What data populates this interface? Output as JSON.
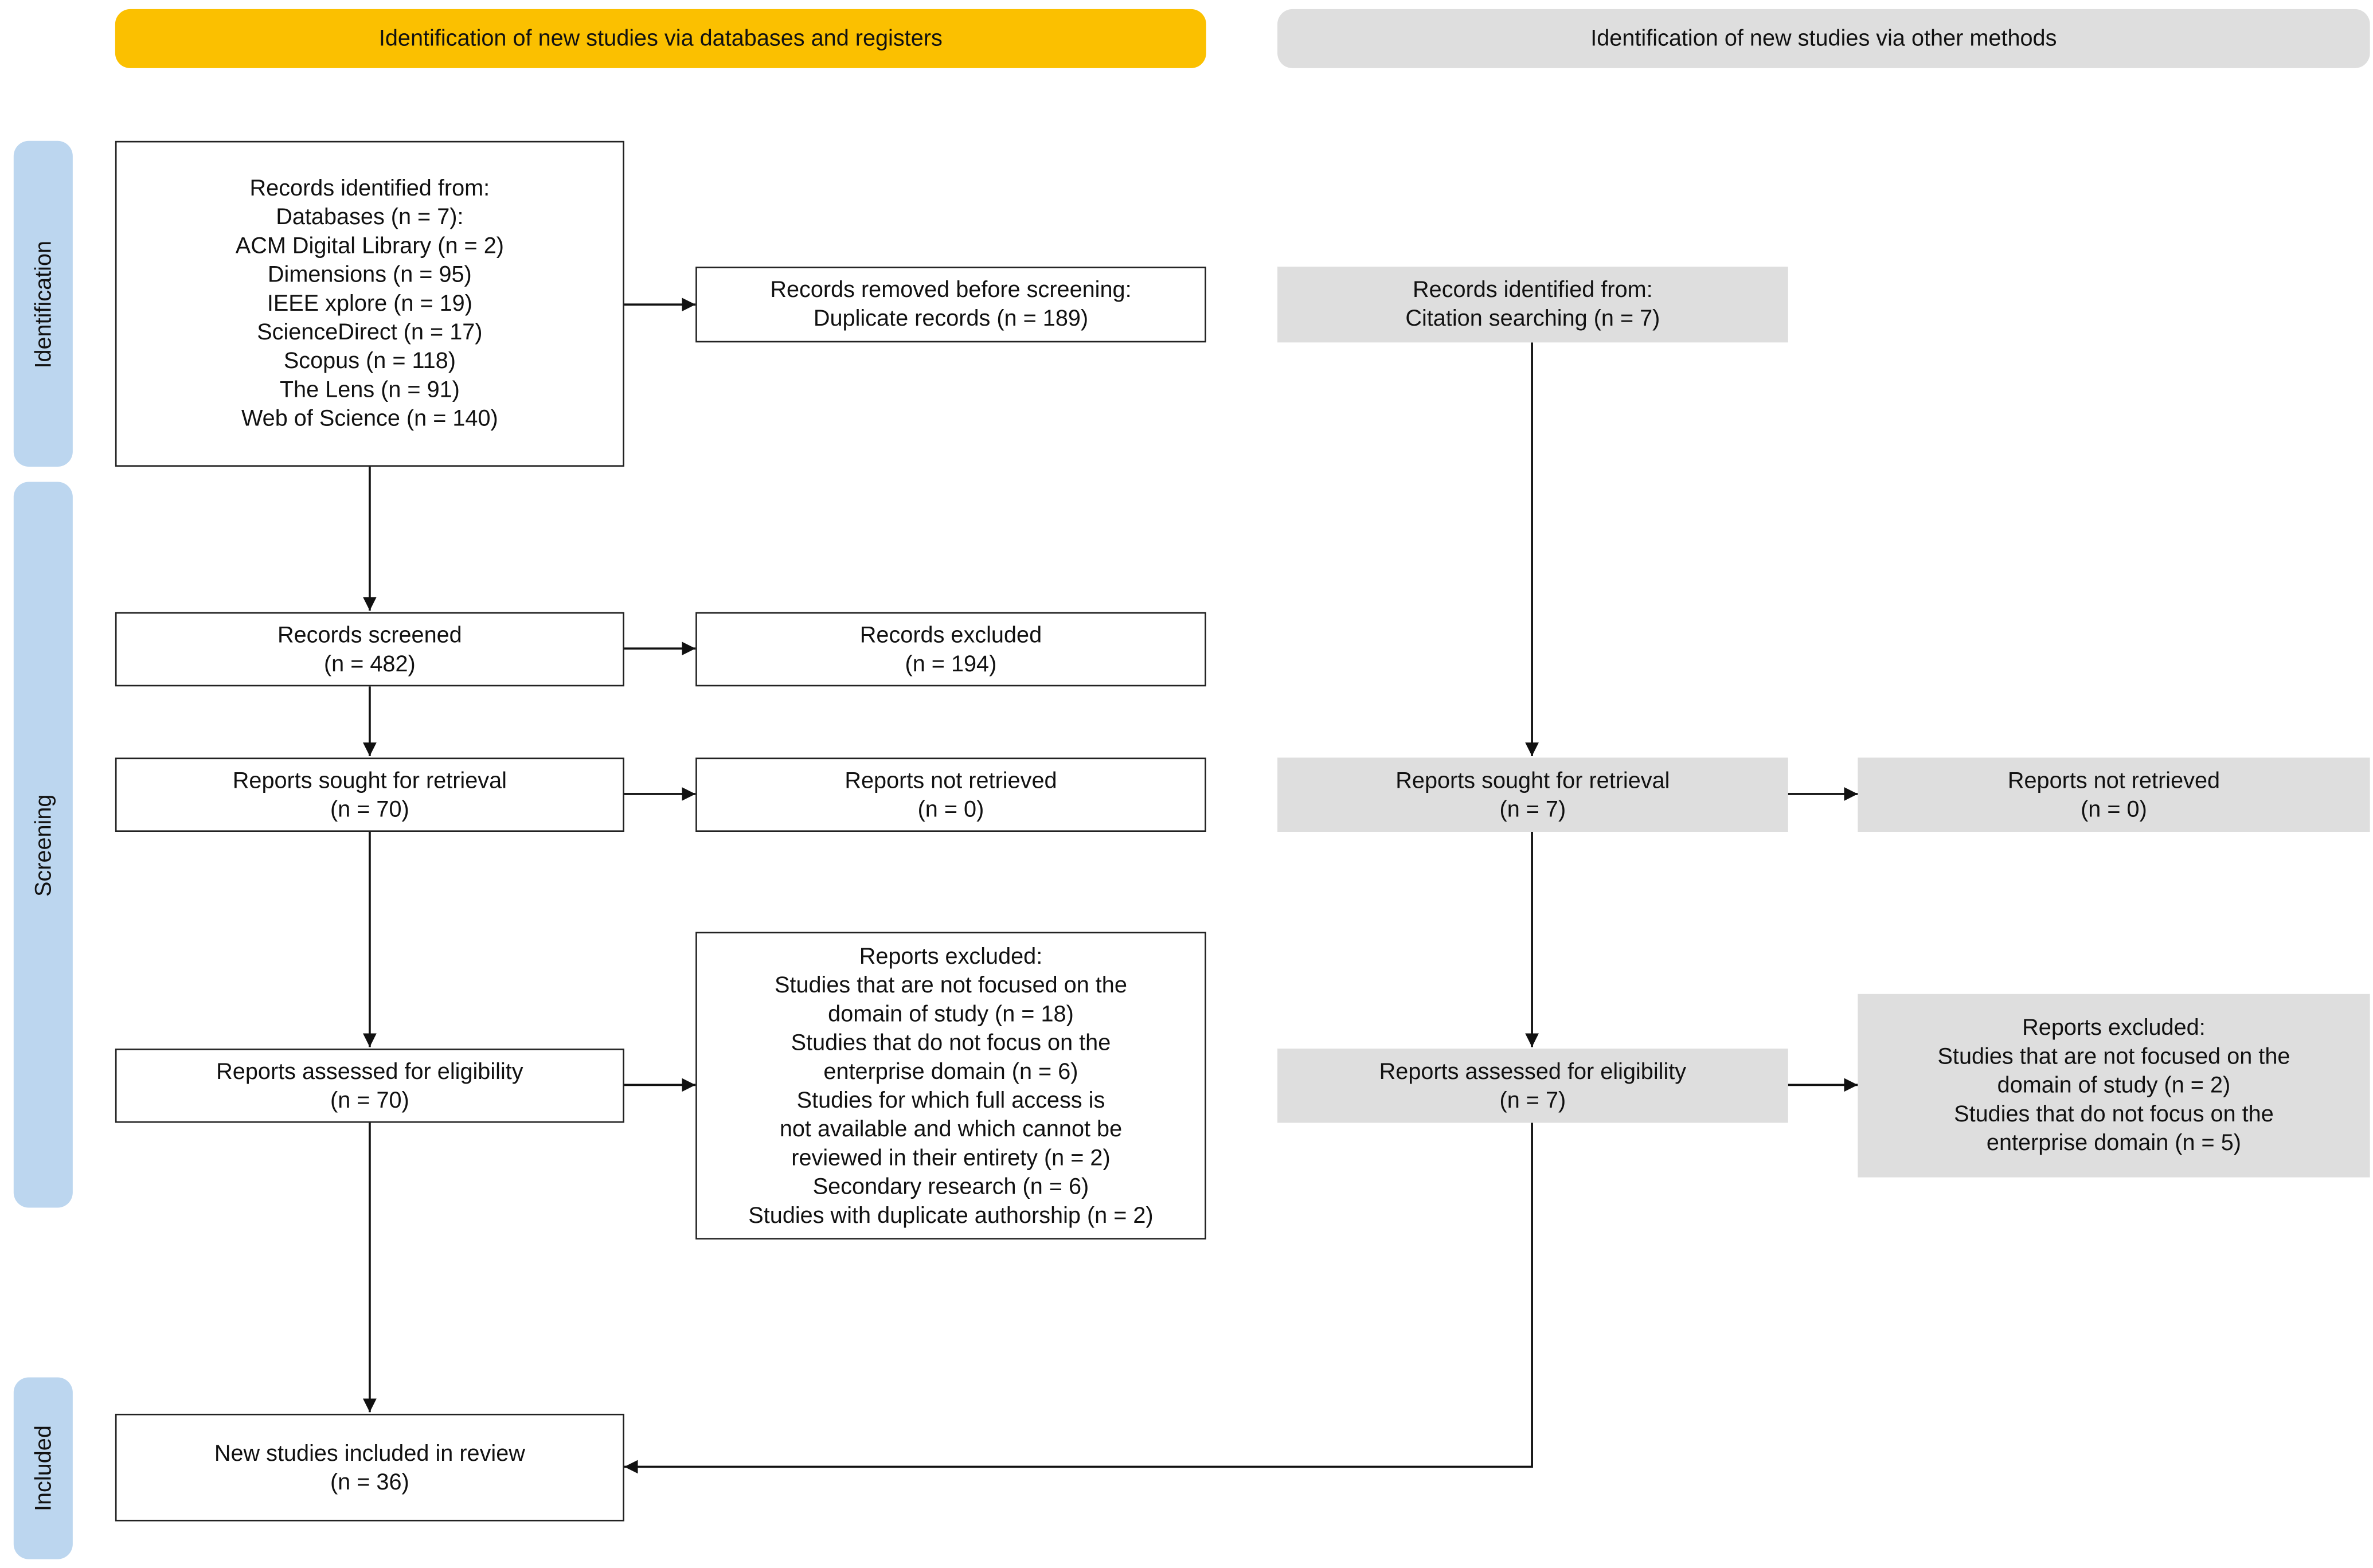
{
  "headers": {
    "databases": "Identification of new studies via databases and registers",
    "other": "Identification of new studies via other methods"
  },
  "phases": {
    "identification": "Identification",
    "screening": "Screening",
    "included": "Included"
  },
  "left": {
    "records_identified": "Records identified from:\nDatabases (n = 7):\nACM Digital Library (n = 2)\nDimensions (n = 95)\nIEEE xplore (n = 19)\nScienceDirect (n = 17)\nScopus (n = 118)\nThe Lens (n = 91)\nWeb of Science (n = 140)",
    "records_removed": "Records removed before screening:\nDuplicate records (n = 189)",
    "records_screened": "Records screened\n(n = 482)",
    "records_excluded": "Records excluded\n(n = 194)",
    "reports_sought": "Reports sought for retrieval\n(n = 70)",
    "reports_not_retrieved": "Reports not retrieved\n(n = 0)",
    "reports_assessed": "Reports assessed for eligibility\n(n = 70)",
    "reports_excluded": "Reports excluded:\nStudies that are not focused on the\ndomain of study (n = 18)\nStudies that do not focus on the\nenterprise domain (n = 6)\nStudies for which full access is\nnot available and which cannot be\nreviewed in their entirety (n = 2)\nSecondary research (n = 6)\nStudies with duplicate authorship (n = 2)",
    "included": "New studies included in review\n(n = 36)"
  },
  "right": {
    "records_identified": "Records identified from:\nCitation searching (n = 7)",
    "reports_sought": "Reports sought for retrieval\n(n = 7)",
    "reports_not_retrieved": "Reports not retrieved\n(n = 0)",
    "reports_assessed": "Reports assessed for eligibility\n(n = 7)",
    "reports_excluded": "Reports excluded:\nStudies that are not focused on the\ndomain of study (n = 2)\nStudies that do not focus on the\nenterprise domain (n = 5)"
  },
  "colors": {
    "databases_header": "#fbc000",
    "other_header": "#dedede",
    "phase_band": "#bcd6ef",
    "grey_box": "#dedede"
  }
}
